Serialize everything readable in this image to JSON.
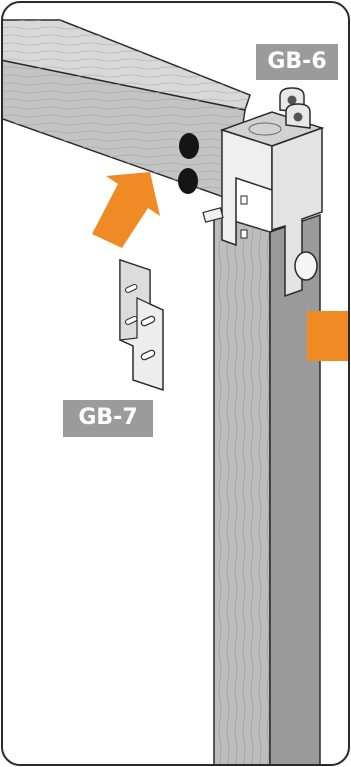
{
  "labels": {
    "gb6": "GB-6",
    "gb7": "GB-7"
  },
  "colors": {
    "label_bg": "#9b9b9b",
    "accent": "#f08a24",
    "wood": "#c9c9c9",
    "wood_dark": "#8a8a8a",
    "outline": "#2a2a2a"
  },
  "icons": {
    "arrow": "arrow-up-right-icon",
    "marker": "orange-square-marker"
  }
}
